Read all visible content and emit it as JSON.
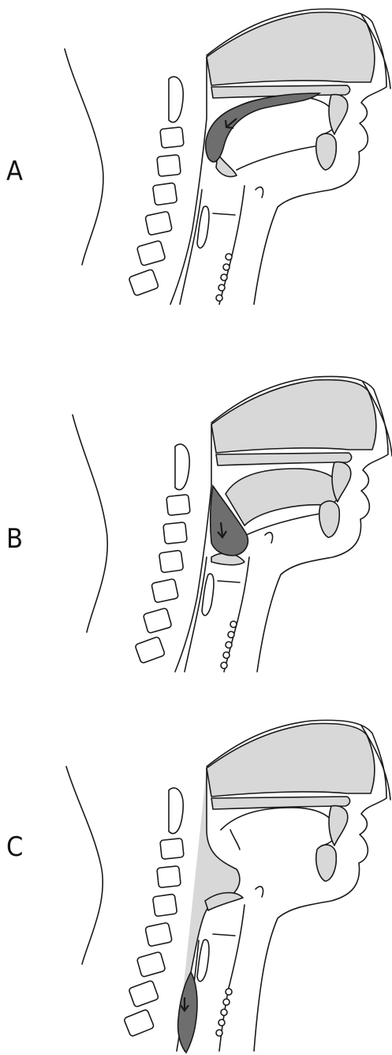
{
  "panels": [
    {
      "label": "A",
      "bolus": "oral-cavity"
    },
    {
      "label": "B",
      "bolus": "pharynx"
    },
    {
      "label": "C",
      "bolus": "esophagus"
    }
  ],
  "colors": {
    "outline": "#1a1a1a",
    "tissue_fill": "#d8d8d8",
    "bolus_fill": "#6e6e6e",
    "background": "#ffffff"
  },
  "icons": [
    "down-arrow-icon"
  ]
}
